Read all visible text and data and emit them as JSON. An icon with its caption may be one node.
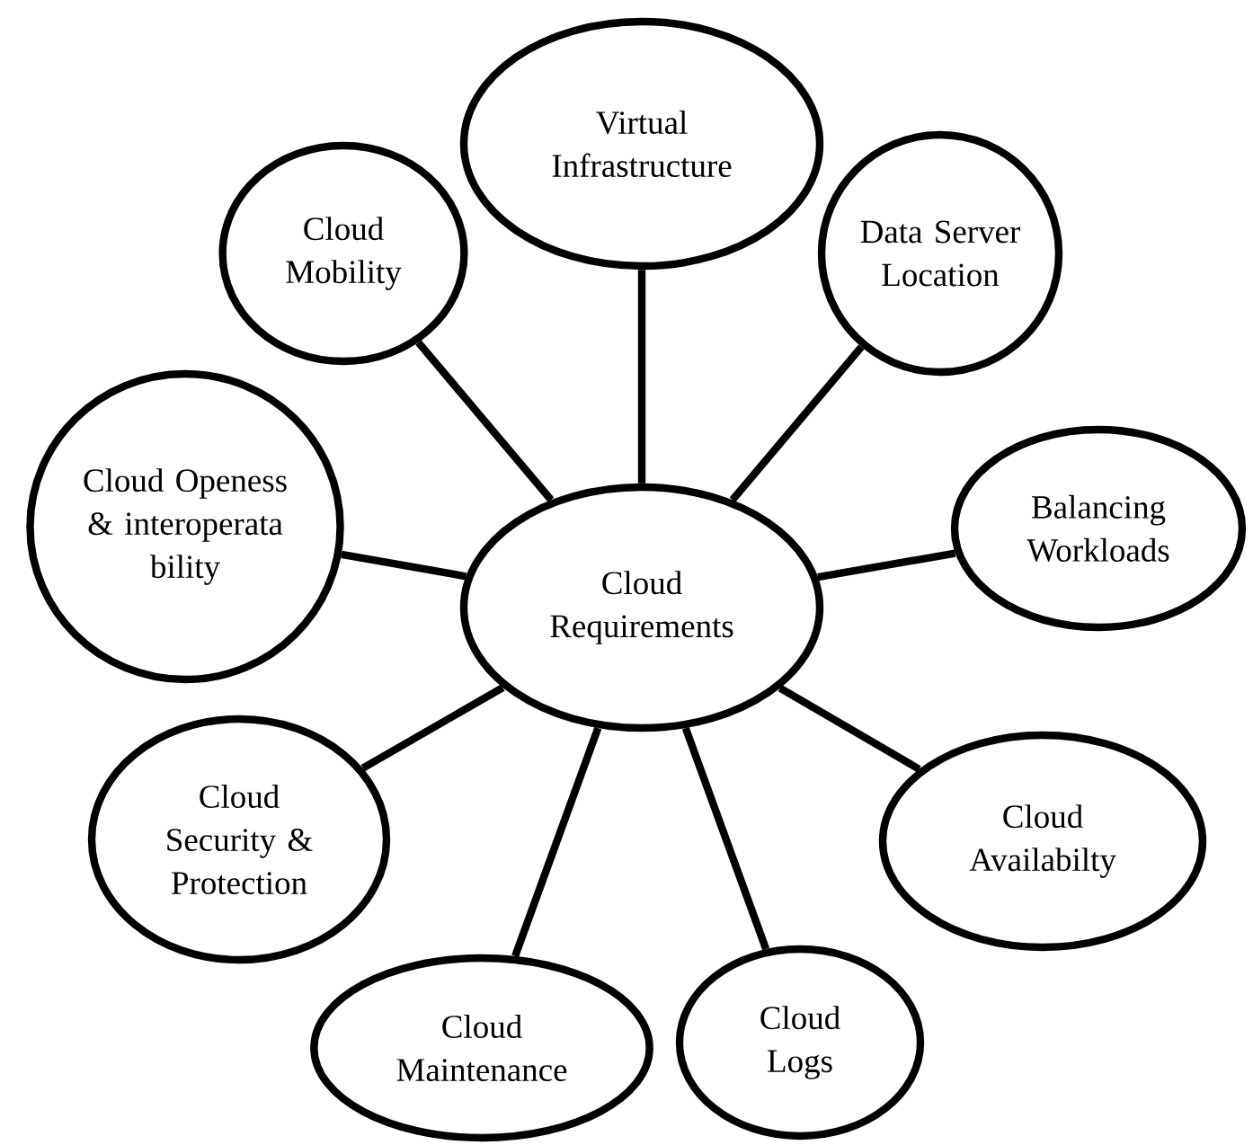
{
  "diagram": {
    "nodes": [
      {
        "text": [
          "Cloud Requirements"
        ]
      },
      {
        "text": [
          "Virtual Infrastructure"
        ]
      },
      {
        "text": [
          "Cloud Mobility"
        ]
      },
      {
        "text": [
          "Data Server Location"
        ]
      },
      {
        "text": [
          "Cloud Openess & interoperata bility"
        ]
      },
      {
        "text": [
          "Balancing Workloads"
        ]
      },
      {
        "text": [
          "Cloud Security & Protection"
        ]
      },
      {
        "text": [
          "Cloud Availabilty"
        ]
      },
      {
        "text": [
          "Cloud Maintenance"
        ]
      },
      {
        "text": [
          "Cloud Logs"
        ]
      }
    ],
    "edges": [
      {
        "from": 0,
        "to": 1,
        "arrow": "none"
      },
      {
        "from": 0,
        "to": 2,
        "arrow": "none"
      },
      {
        "from": 0,
        "to": 3,
        "arrow": "none"
      },
      {
        "from": 0,
        "to": 4,
        "arrow": "none"
      },
      {
        "from": 0,
        "to": 5,
        "arrow": "none"
      },
      {
        "from": 0,
        "to": 6,
        "arrow": "none"
      },
      {
        "from": 0,
        "to": 7,
        "arrow": "none"
      },
      {
        "from": 0,
        "to": 8,
        "arrow": "none"
      },
      {
        "from": 0,
        "to": 9,
        "arrow": "none"
      }
    ]
  }
}
